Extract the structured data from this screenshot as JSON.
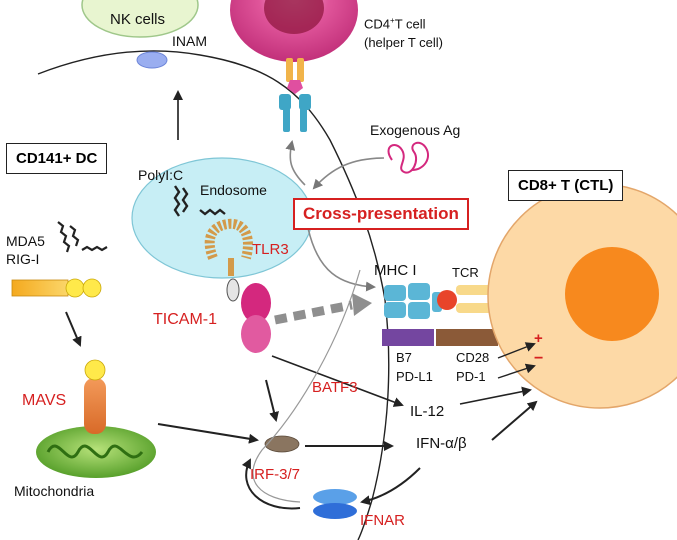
{
  "cells": {
    "nk": "NK cells",
    "cd4_line1": "CD4",
    "cd4_sup": "+",
    "cd4_line1_rest": "T cell",
    "cd4_line2": "(helper T cell)",
    "dc": "CD141+ DC",
    "ctl": "CD8+ T (CTL)"
  },
  "labels": {
    "inam": "INAM",
    "exogenous": "Exogenous Ag",
    "polyic": "PolyI:C",
    "endosome": "Endosome",
    "cross": "Cross-presentation",
    "mda5": "MDA5",
    "rigi": "RIG-I",
    "tlr3": "TLR3",
    "ticam1": "TICAM-1",
    "mhc1": "MHC I",
    "tcr": "TCR",
    "b7": "B7",
    "pdl1": "PD-L1",
    "cd28": "CD28",
    "pd1": "PD-1",
    "plus": "+",
    "minus": "−",
    "batf3": "BATF3",
    "il12": "IL-12",
    "mavs": "MAVS",
    "ifn": "IFN-α/β",
    "irf": "IRF-3/7",
    "mito": "Mitochondria",
    "ifnar": "IFNAR"
  },
  "colors": {
    "red_text": "#d62020",
    "nk_fill": "#e8f5d0",
    "cd4_fill": "#e0559a",
    "endosome_fill": "#c7eef5",
    "ctl_fill": "#fdd9a6",
    "ctl_nucleus": "#f7891e",
    "mhc_blue": "#5bb6d6",
    "mito_green": "#6cbf3a",
    "mavs_orange": "#f08a3a",
    "ticam_pink": "#d4287e"
  }
}
